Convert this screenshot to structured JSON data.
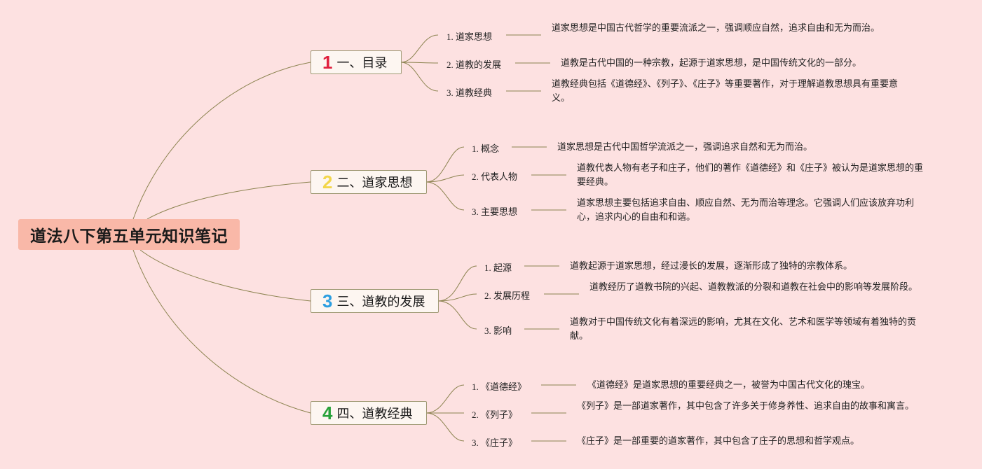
{
  "colors": {
    "background": "#fde1e1",
    "root_fill": "#f9b8a8",
    "line": "#8c8350",
    "num1": "#e01e3c",
    "num2": "#f2d64b",
    "num3": "#2c9ee0",
    "num4": "#27a23a"
  },
  "root": {
    "title": "道法八下第五单元知识笔记"
  },
  "branches": [
    {
      "num": "1",
      "label": "一、目录",
      "items": [
        {
          "title": "1. 道家思想",
          "text": "道家思想是中国古代哲学的重要流派之一，强调顺应自然，追求自由和无为而治。"
        },
        {
          "title": "2. 道教的发展",
          "text": "道教是古代中国的一种宗教，起源于道家思想，是中国传统文化的一部分。"
        },
        {
          "title": "3. 道教经典",
          "text": "道教经典包括《道德经》、《列子》、《庄子》等重要著作，对于理解道教思想具有重要意义。"
        }
      ]
    },
    {
      "num": "2",
      "label": "二、道家思想",
      "items": [
        {
          "title": "1. 概念",
          "text": "道家思想是古代中国哲学流派之一，强调追求自然和无为而治。"
        },
        {
          "title": "2. 代表人物",
          "text": "道教代表人物有老子和庄子，他们的著作《道德经》和《庄子》被认为是道家思想的重要经典。"
        },
        {
          "title": "3. 主要思想",
          "text": "道家思想主要包括追求自由、顺应自然、无为而治等理念。它强调人们应该放弃功利心，追求内心的自由和和谐。"
        }
      ]
    },
    {
      "num": "3",
      "label": "三、道教的发展",
      "items": [
        {
          "title": "1. 起源",
          "text": "道教起源于道家思想，经过漫长的发展，逐渐形成了独特的宗教体系。"
        },
        {
          "title": "2. 发展历程",
          "text": "道教经历了道教书院的兴起、道教教派的分裂和道教在社会中的影响等发展阶段。"
        },
        {
          "title": "3. 影响",
          "text": "道教对于中国传统文化有着深远的影响，尤其在文化、艺术和医学等领域有着独特的贡献。"
        }
      ]
    },
    {
      "num": "4",
      "label": "四、道教经典",
      "items": [
        {
          "title": "1. 《道德经》",
          "text": "《道德经》是道家思想的重要经典之一，被誉为中国古代文化的瑰宝。"
        },
        {
          "title": "2. 《列子》",
          "text": "《列子》是一部道家著作，其中包含了许多关于修身养性、追求自由的故事和寓言。"
        },
        {
          "title": "3. 《庄子》",
          "text": "《庄子》是一部重要的道家著作，其中包含了庄子的思想和哲学观点。"
        }
      ]
    }
  ]
}
